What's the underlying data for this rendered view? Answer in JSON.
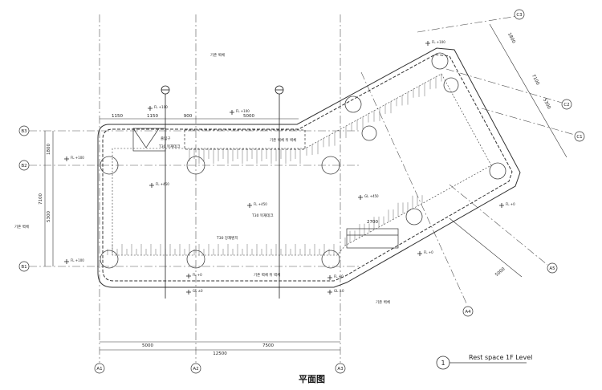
{
  "caption": "平面图",
  "title_block": {
    "number": "1",
    "label": "Rest space 1F Level"
  },
  "grid_labels": {
    "a1": "A1",
    "a2": "A2",
    "a3": "A3",
    "a4": "A4",
    "a5": "A5",
    "b1": "B1",
    "b2": "B2",
    "b3": "B3",
    "c1": "C1",
    "c2": "C2",
    "c3": "C3"
  },
  "dimensions": {
    "bottom_left": "5000",
    "bottom_right": "7500",
    "bottom_total": "12500",
    "left_top": "1800",
    "left_total": "7100",
    "left_bottom": "5300",
    "diag_top": "1800",
    "diag_mid1": "7100",
    "diag_mid2": "5300",
    "diag_lower": "5000",
    "top_1": "1150",
    "top_2": "1150",
    "top_3": "900",
    "top_4": "5000",
    "right_small": "2700"
  },
  "notes": {
    "existing_top": "기존 벽체",
    "existing_left": "기존 벽체",
    "existing_bottom_right": "기존 벽체",
    "wall_label_1": "기존 벽체 뒤 벽체",
    "wall_label_2": "기존 벽체 뒤 벽체",
    "deck_note": "T30 목재데크",
    "deck_note_2": "T30 목재데크",
    "bench_note": "T30 강재벤치",
    "entry_note": "출입구"
  },
  "levels": {
    "fl_100": "FL +100",
    "fl_450": "FL +450",
    "fl_0": "FL +0",
    "gl_450": "GL +450",
    "gl_0": "GL ±0"
  }
}
